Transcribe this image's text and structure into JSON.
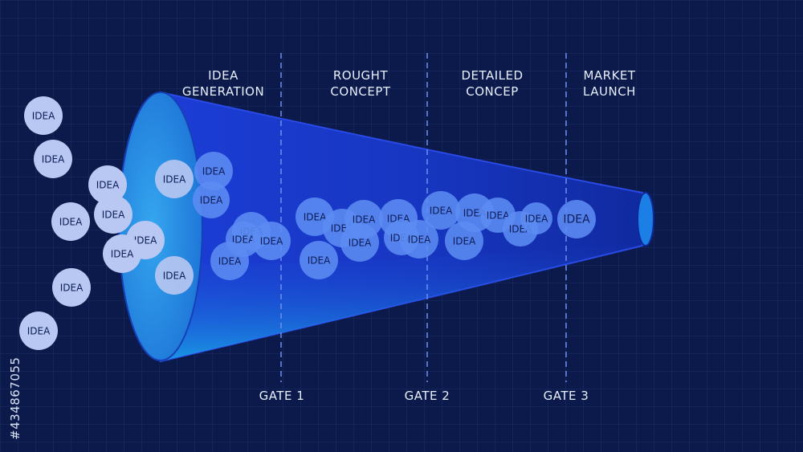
{
  "stages": [
    {
      "line1": "IDEA",
      "line2": "GENERATION"
    },
    {
      "line1": "ROUGHT",
      "line2": "CONCEPT"
    },
    {
      "line1": "DETAILED",
      "line2": "CONCEP"
    },
    {
      "line1": "MARKET",
      "line2": "LAUNCH"
    }
  ],
  "gates": [
    "GATE 1",
    "GATE 2",
    "GATE 3"
  ],
  "idea_label": "IDEA",
  "watermark_id": "#434867055",
  "colors": {
    "background": "#0b1a4a",
    "funnel": "#1a3fd0",
    "bubble_outside": "#b9c8f2",
    "bubble_inside": "#5c8cf2",
    "gate_line": "#6f8ff0"
  }
}
